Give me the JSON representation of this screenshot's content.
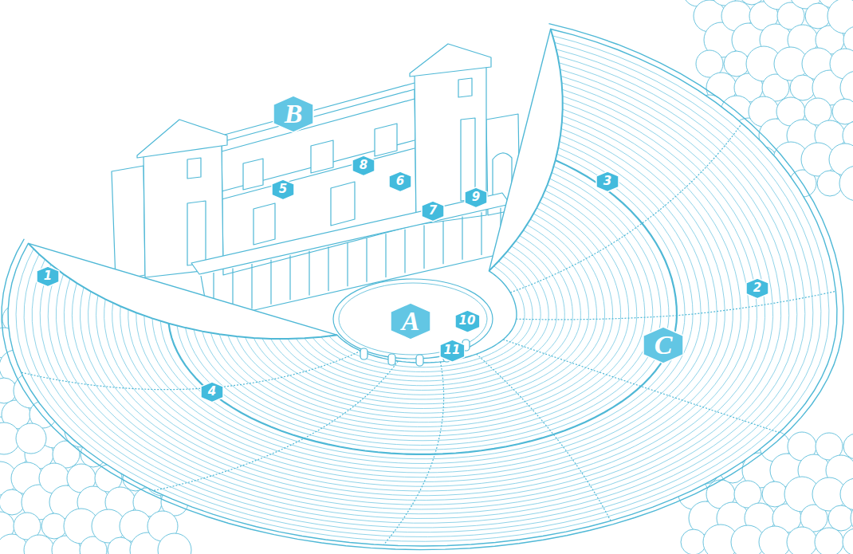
{
  "diagram": {
    "nodes": [
      {
        "text": [
          "B"
        ]
      },
      {
        "text": [
          "8"
        ]
      },
      {
        "text": [
          "6"
        ]
      },
      {
        "text": [
          "3"
        ]
      },
      {
        "text": [
          "5"
        ]
      },
      {
        "text": [
          "9"
        ]
      },
      {
        "text": [
          "7"
        ]
      },
      {
        "text": [
          "1"
        ]
      },
      {
        "text": [
          "2"
        ]
      },
      {
        "text": [
          "A"
        ]
      },
      {
        "text": [
          "10"
        ]
      },
      {
        "text": [
          "C"
        ]
      },
      {
        "text": [
          "11"
        ]
      },
      {
        "text": [
          "4"
        ]
      }
    ]
  }
}
